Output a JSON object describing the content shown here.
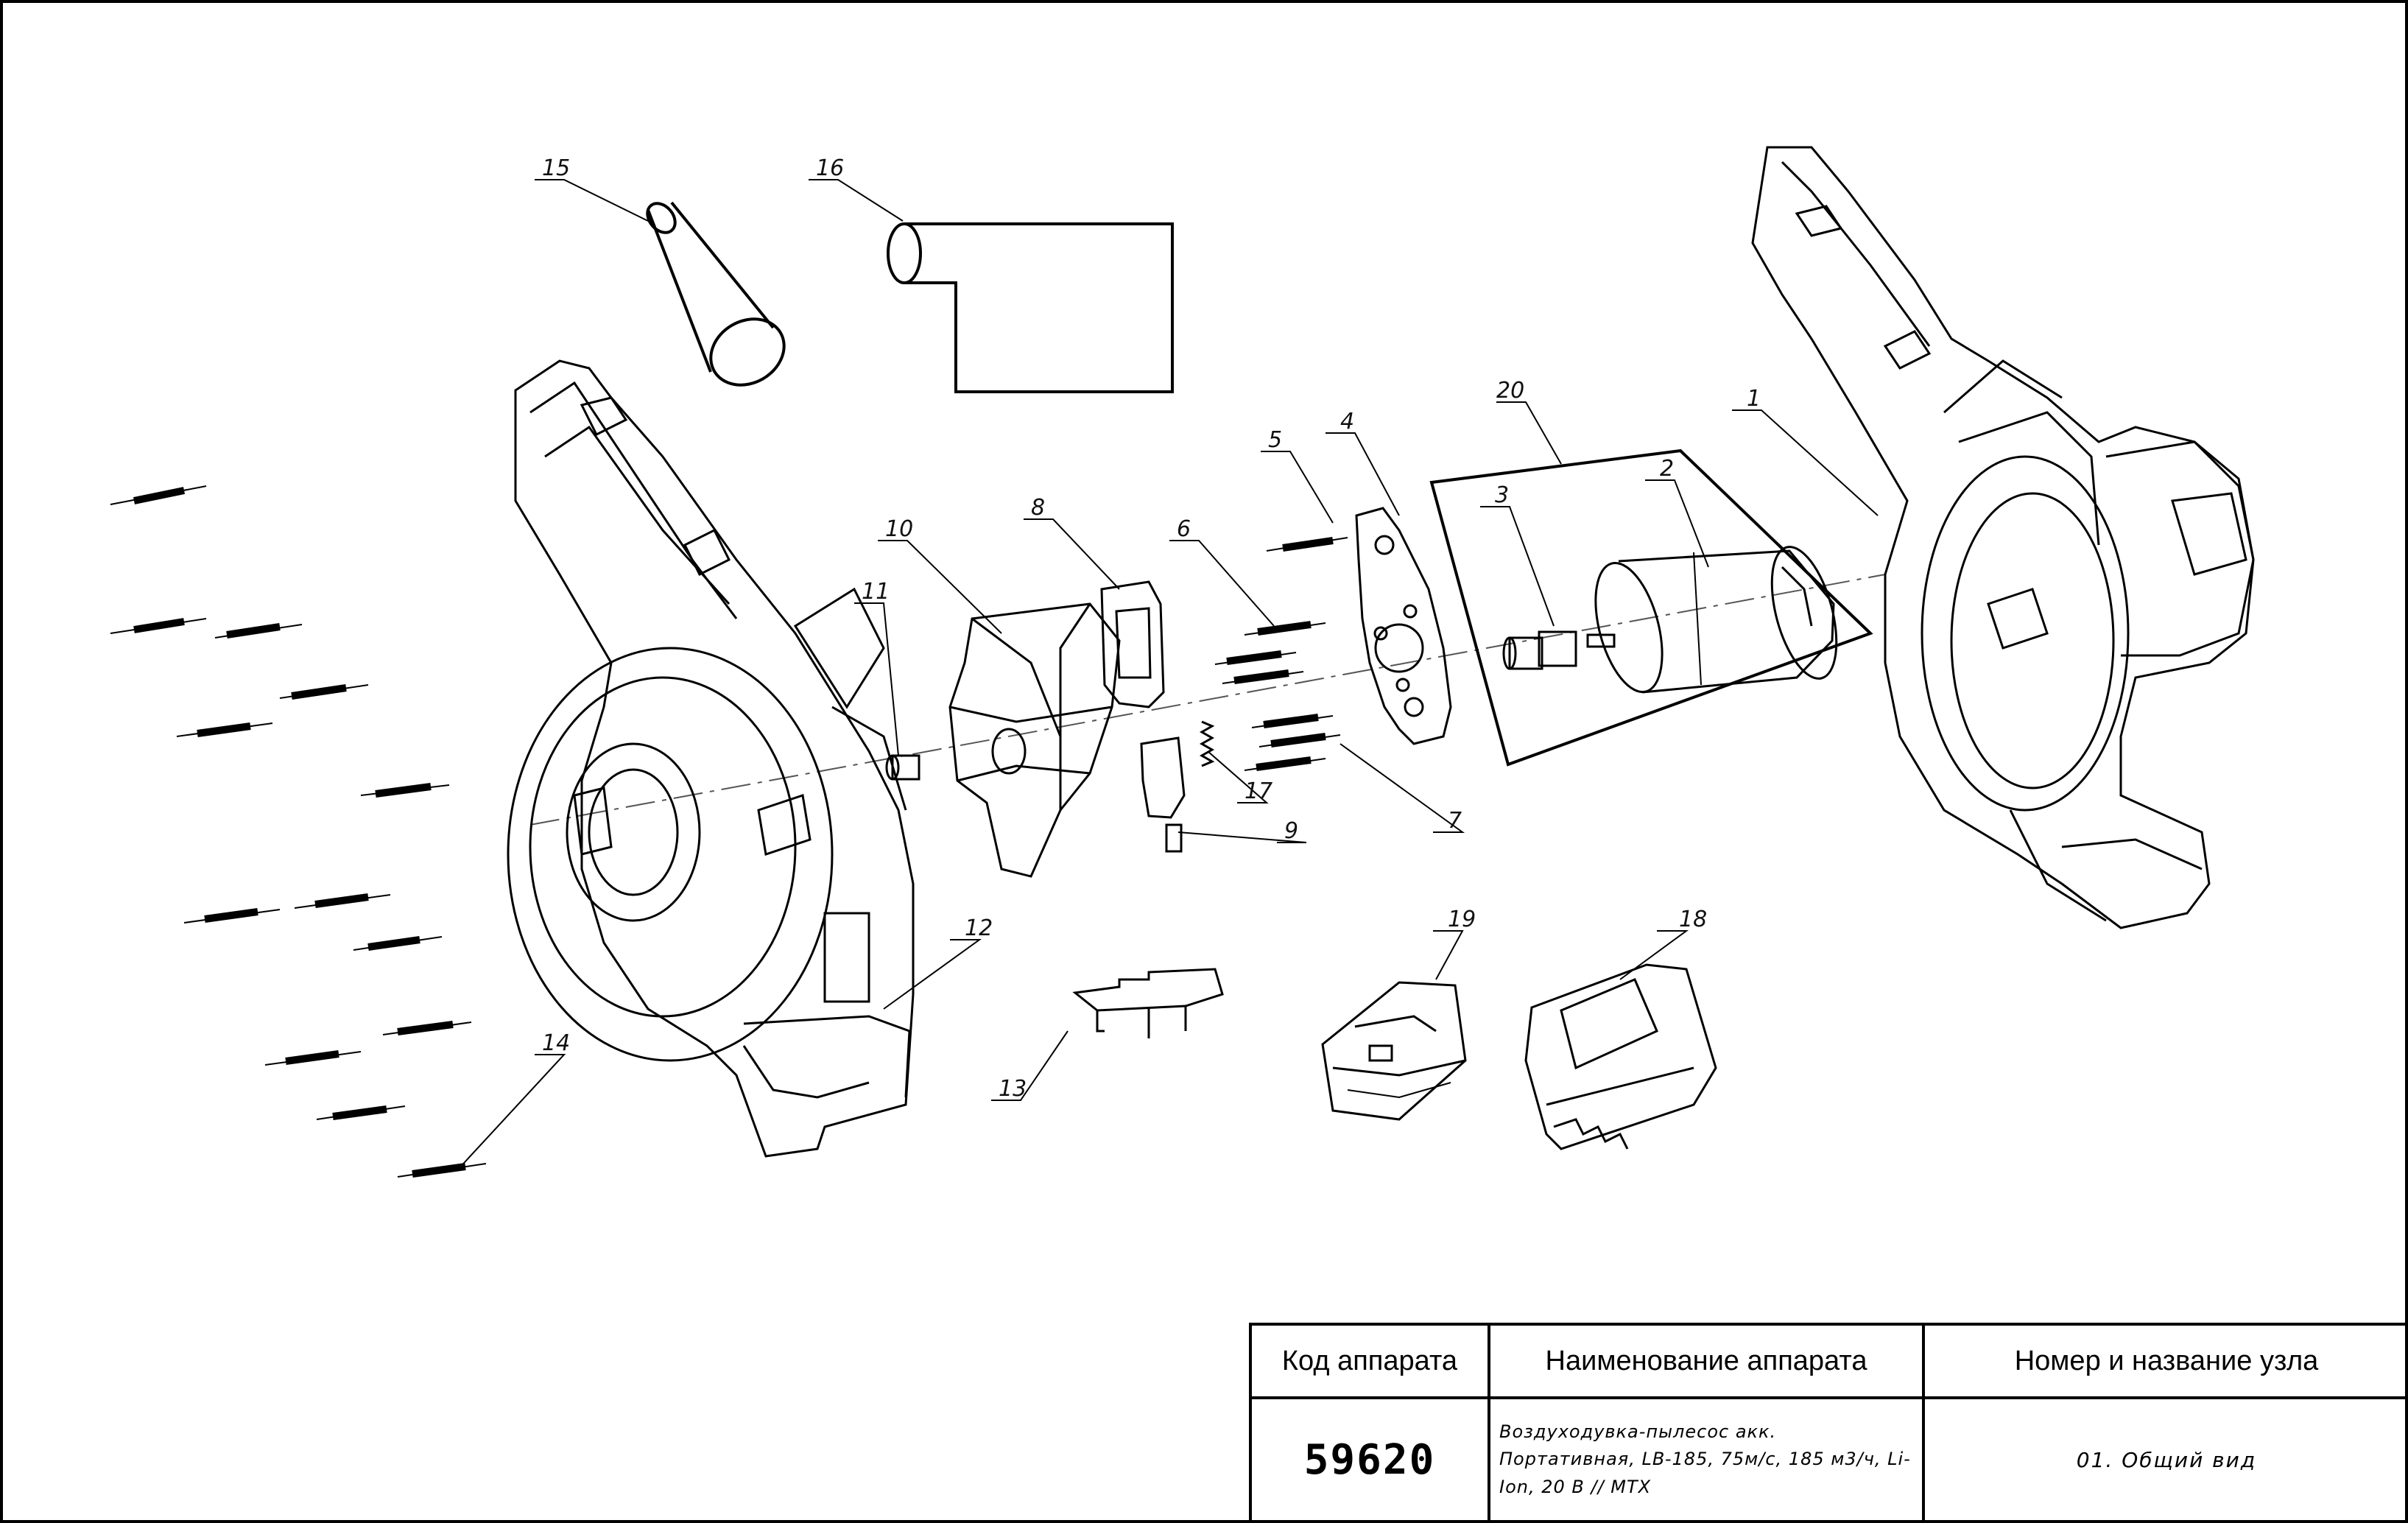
{
  "callouts": [
    {
      "id": 1,
      "label": "1"
    },
    {
      "id": 2,
      "label": "2"
    },
    {
      "id": 3,
      "label": "3"
    },
    {
      "id": 4,
      "label": "4"
    },
    {
      "id": 5,
      "label": "5"
    },
    {
      "id": 6,
      "label": "6"
    },
    {
      "id": 7,
      "label": "7"
    },
    {
      "id": 8,
      "label": "8"
    },
    {
      "id": 9,
      "label": "9"
    },
    {
      "id": 10,
      "label": "10"
    },
    {
      "id": 11,
      "label": "11"
    },
    {
      "id": 12,
      "label": "12"
    },
    {
      "id": 13,
      "label": "13"
    },
    {
      "id": 14,
      "label": "14"
    },
    {
      "id": 15,
      "label": "15"
    },
    {
      "id": 16,
      "label": "16"
    },
    {
      "id": 17,
      "label": "17"
    },
    {
      "id": 18,
      "label": "18"
    },
    {
      "id": 19,
      "label": "19"
    },
    {
      "id": 20,
      "label": "20"
    }
  ],
  "title_block": {
    "code_header": "Код аппарата",
    "name_header": "Наименование аппарата",
    "node_header": "Номер и название узла",
    "code": "59620",
    "name": "Воздуходувка-пылесос акк. Портативная, LB-185, 75м/с, 185 м3/ч, Li-Ion, 20 В // MTX",
    "node": "01. Общий вид"
  }
}
